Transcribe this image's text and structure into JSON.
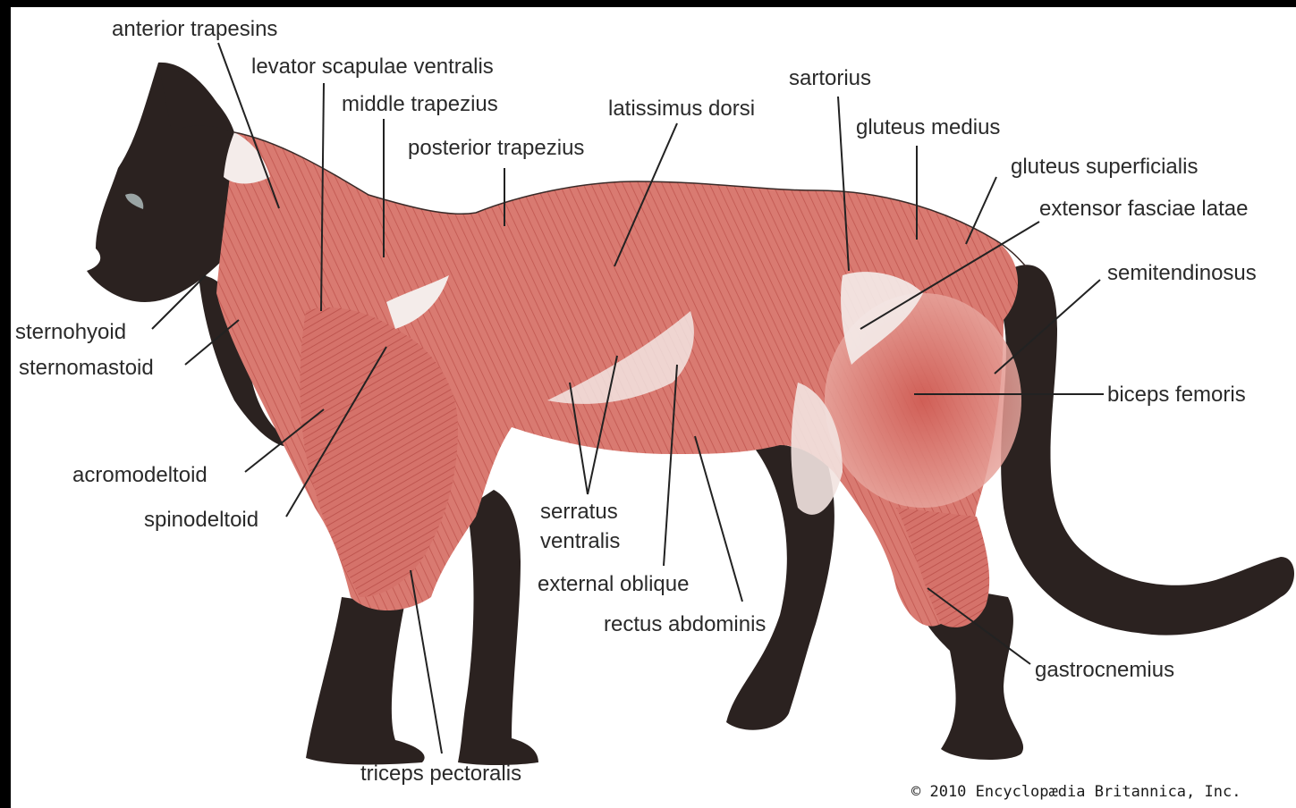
{
  "labels": {
    "anterior_trapesins": "anterior trapesins",
    "levator_scapulae_ventralis": "levator scapulae ventralis",
    "middle_trapezius": "middle trapezius",
    "posterior_trapezius": "posterior trapezius",
    "latissimus_dorsi": "latissimus dorsi",
    "sartorius": "sartorius",
    "gluteus_medius": "gluteus medius",
    "gluteus_superficialis": "gluteus superficialis",
    "extensor_fasciae_latae": "extensor fasciae latae",
    "semitendinosus": "semitendinosus",
    "biceps_femoris": "biceps femoris",
    "sternohyoid": "sternohyoid",
    "sternomastoid": "sternomastoid",
    "acromodeltoid": "acromodeltoid",
    "spinodeltoid": "spinodeltoid",
    "serratus_ventralis_1": "serratus",
    "serratus_ventralis_2": "ventralis",
    "external_oblique": "external oblique",
    "rectus_abdominis": "rectus abdominis",
    "gastrocnemius": "gastrocnemius",
    "triceps_pectoralis": "triceps pectoralis"
  },
  "copyright": "© 2010 Encyclopædia Britannica, Inc.",
  "colors": {
    "fur": "#2b2220",
    "muscle": "#d87870",
    "muscle_dark": "#c2534d",
    "tendon": "#f4ecea",
    "leader_line": "#222222",
    "background": "#ffffff",
    "frame": "#000000"
  }
}
